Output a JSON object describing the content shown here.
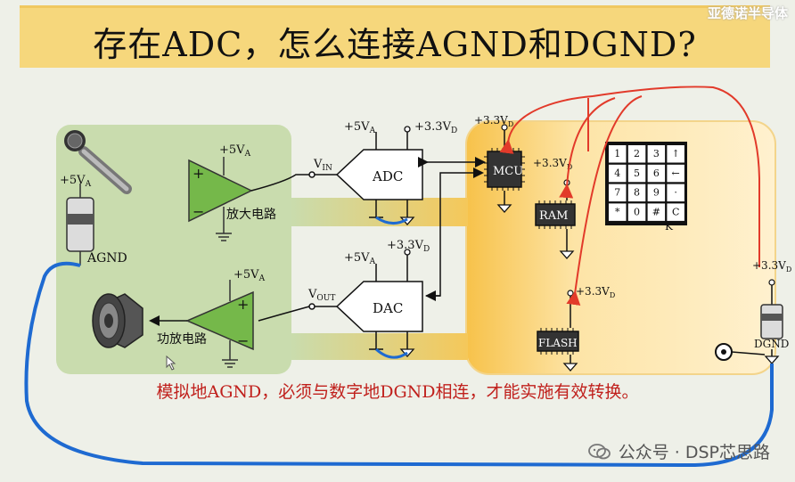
{
  "header": {
    "title": "存在ADC，怎么连接AGND和DGND?",
    "watermark_top": "亚德诺半导体"
  },
  "diagram": {
    "labels": {
      "supply_5va": "+5V",
      "supply_5va_sub": "A",
      "supply_33vd": "+3.3V",
      "supply_33vd_sub": "D",
      "vin": "V",
      "vin_sub": "IN",
      "vout": "V",
      "vout_sub": "OUT",
      "adc": "ADC",
      "dac": "DAC",
      "amplifier": "放大电路",
      "power_amplifier": "功放电路",
      "agnd": "AGND",
      "dgnd": "DGND",
      "mcu": "MCU",
      "ram": "RAM",
      "flash": "FLASH",
      "keypad_k": "K",
      "plus": "+",
      "minus": "−"
    },
    "keypad_keys": [
      "1",
      "2",
      "3",
      "↑",
      "4",
      "5",
      "6",
      "←",
      "7",
      "8",
      "9",
      "·",
      "*",
      "0",
      "#",
      "C"
    ]
  },
  "caption": "模拟地AGND，必须与数字地DGND相连，才能实施有效转换。",
  "watermark_bottom": "公众号 · DSP芯思路",
  "colors": {
    "analog_area": "#c9dcae",
    "digital_area": "#fdd98a",
    "ground_link": "#1e6ad1",
    "signal_red": "#e23a2a",
    "title_bg": "#f6d77c",
    "amp_fill": "#75b84a"
  }
}
